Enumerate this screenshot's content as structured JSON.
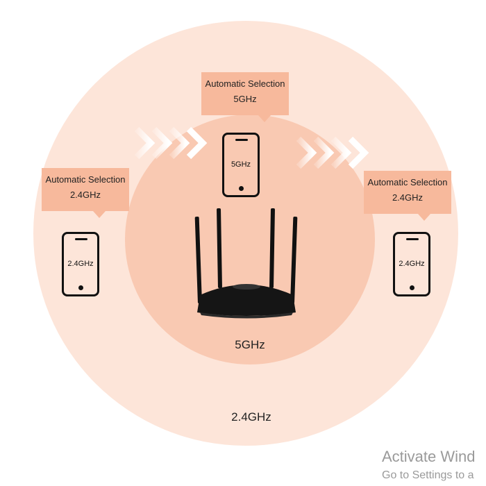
{
  "bands": {
    "outer_label": "2.4GHz",
    "inner_label": "5GHz"
  },
  "bubbles": {
    "top": {
      "line1": "Automatic Selection",
      "line2": "5GHz"
    },
    "left": {
      "line1": "Automatic Selection",
      "line2": "2.4GHz"
    },
    "right": {
      "line1": "Automatic Selection",
      "line2": "2.4GHz"
    }
  },
  "phones": {
    "top": {
      "screen": "5GHz"
    },
    "left": {
      "screen": "2.4GHz"
    },
    "right": {
      "screen": "2.4GHz"
    }
  },
  "watermark": {
    "line1": "Activate Wind",
    "line2": "Go to Settings to a"
  },
  "colors": {
    "outer_zone": "#fde5d9",
    "inner_zone": "#f9c9b2",
    "bubble": "#f7b99c",
    "chevron": "#f7b99c"
  },
  "icons": [
    "phone-icon",
    "router-icon",
    "chevron-arrows-icon"
  ]
}
